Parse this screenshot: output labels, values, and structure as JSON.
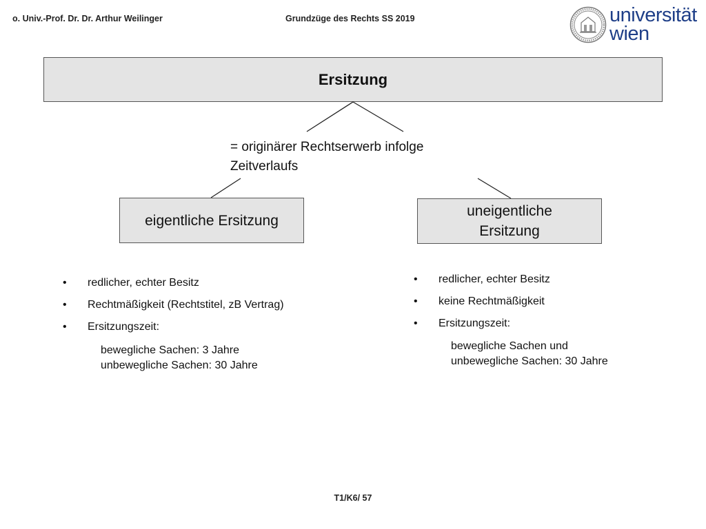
{
  "header": {
    "left": "o. Univ.-Prof. Dr. Dr. Arthur Weilinger",
    "center": "Grundzüge des Rechts SS 2019"
  },
  "logo": {
    "line1": "universität",
    "line2": "wien",
    "color": "#1f3f88"
  },
  "diagram": {
    "title": "Ersitzung",
    "definition_line1": "= originärer Rechtserwerb infolge",
    "definition_line2": "Zeitverlaufs",
    "left_box": "eigentliche Ersitzung",
    "right_box_line1": "uneigentliche",
    "right_box_line2": "Ersitzung",
    "left_bullets": [
      "redlicher, echter Besitz",
      "Rechtmäßigkeit (Rechtstitel, zB Vertrag)",
      "Ersitzungszeit:"
    ],
    "left_sub_line1": "bewegliche Sachen: 3 Jahre",
    "left_sub_line2": "unbewegliche Sachen: 30 Jahre",
    "right_bullets": [
      "redlicher, echter Besitz",
      "keine Rechtmäßigkeit",
      "Ersitzungszeit:"
    ],
    "right_sub_line1": "bewegliche Sachen und",
    "right_sub_line2": "unbewegliche Sachen: 30 Jahre",
    "box_fill": "#e4e4e4"
  },
  "footer": {
    "page": "T1/K6/ 57"
  }
}
